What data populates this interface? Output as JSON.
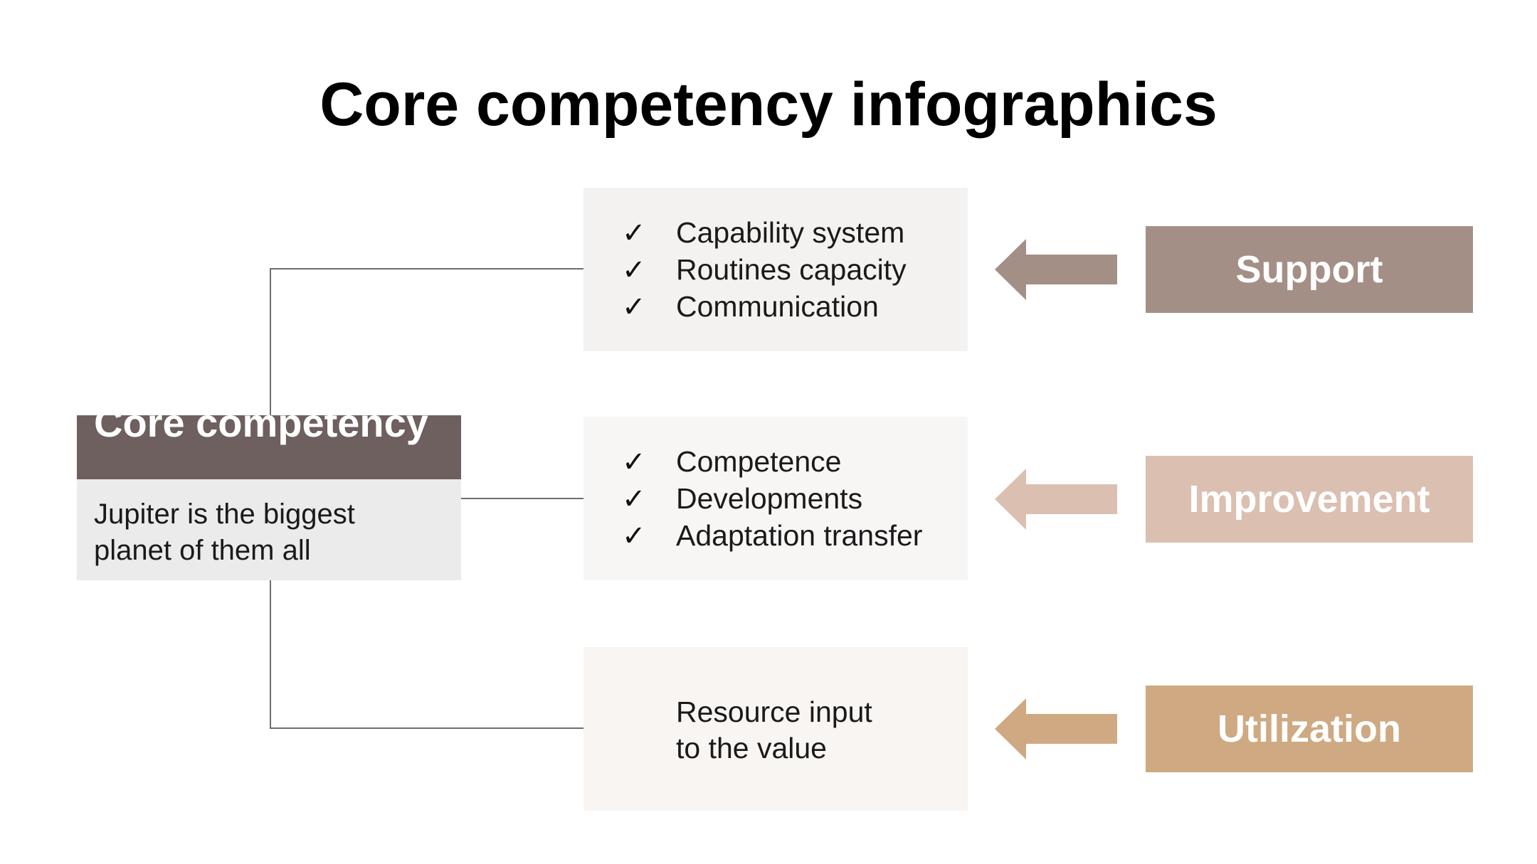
{
  "title": "Core competency infographics",
  "core": {
    "header": "Core competency",
    "description_lines": [
      "Jupiter is the biggest",
      "planet of them all"
    ]
  },
  "panels": [
    {
      "items": [
        "Capability system",
        "Routines capacity",
        "Communication"
      ]
    },
    {
      "items": [
        "Competence",
        "Developments",
        "Adaptation transfer"
      ]
    },
    {
      "text_lines": [
        "Resource input",
        "to the value"
      ]
    }
  ],
  "check_glyph": "✓",
  "tags": [
    {
      "label": "Support",
      "color": "#a48f87"
    },
    {
      "label": "Improvement",
      "color": "#dbbfb1"
    },
    {
      "label": "Utilization",
      "color": "#cea982"
    }
  ],
  "colors": {
    "core_header": "#6e605e",
    "core_body": "#ecebeb",
    "panel_1": "#f4f2f1",
    "panel_2": "#f8f6f5",
    "panel_3": "#f8f5f2",
    "arrow_1": "#a48f87",
    "arrow_2": "#dbbfb1",
    "arrow_3": "#cea982",
    "connector": "#6e6e6e"
  },
  "icons": {
    "arrow": "arrow-left-icon",
    "check": "check-icon"
  }
}
